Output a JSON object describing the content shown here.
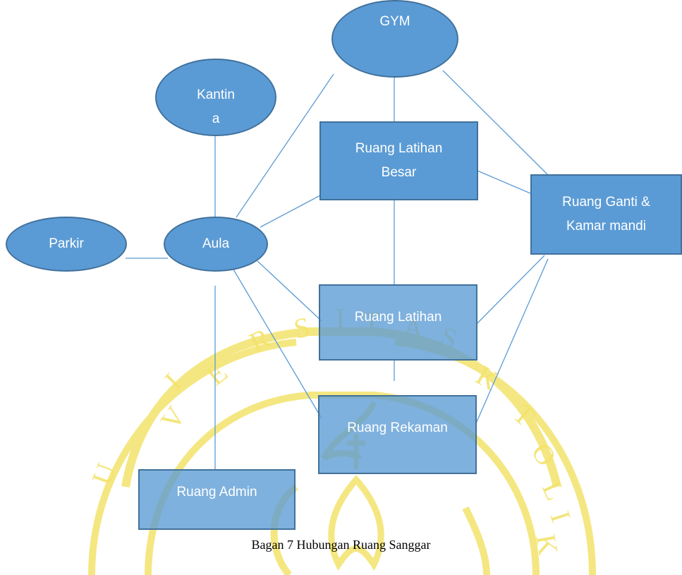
{
  "diagram": {
    "nodes": {
      "gym": "GYM",
      "kantin": "Kantin\na",
      "parkir": "Parkir",
      "aula": "Aula",
      "ruang_latihan_besar": "Ruang Latihan\nBesar",
      "ruang_ganti": "Ruang Ganti &\nKamar mandi",
      "ruang_latihan": "Ruang Latihan",
      "ruang_rekaman": "Ruang Rekaman",
      "ruang_admin": "Ruang Admin"
    },
    "edges": [
      [
        "kantin",
        "aula"
      ],
      [
        "parkir",
        "aula"
      ],
      [
        "gym",
        "aula"
      ],
      [
        "gym",
        "ruang_latihan_besar"
      ],
      [
        "gym",
        "ruang_ganti"
      ],
      [
        "aula",
        "ruang_latihan_besar"
      ],
      [
        "ruang_latihan_besar",
        "ruang_ganti"
      ],
      [
        "ruang_latihan_besar",
        "ruang_latihan"
      ],
      [
        "aula",
        "ruang_latihan"
      ],
      [
        "aula",
        "ruang_rekaman"
      ],
      [
        "aula",
        "ruang_admin"
      ],
      [
        "ruang_latihan",
        "ruang_rekaman"
      ],
      [
        "ruang_ganti",
        "ruang_latihan"
      ],
      [
        "ruang_ganti",
        "ruang_rekaman"
      ]
    ],
    "line_color": "#5b9bd5",
    "node_fill": "#5b9bd5",
    "node_border": "#41719c"
  },
  "caption": "Bagan 7 Hubungan Ruang Sanggar",
  "watermark": {
    "text": "UNIVERSITAS KATOLIK",
    "color": "#f3e36c"
  }
}
